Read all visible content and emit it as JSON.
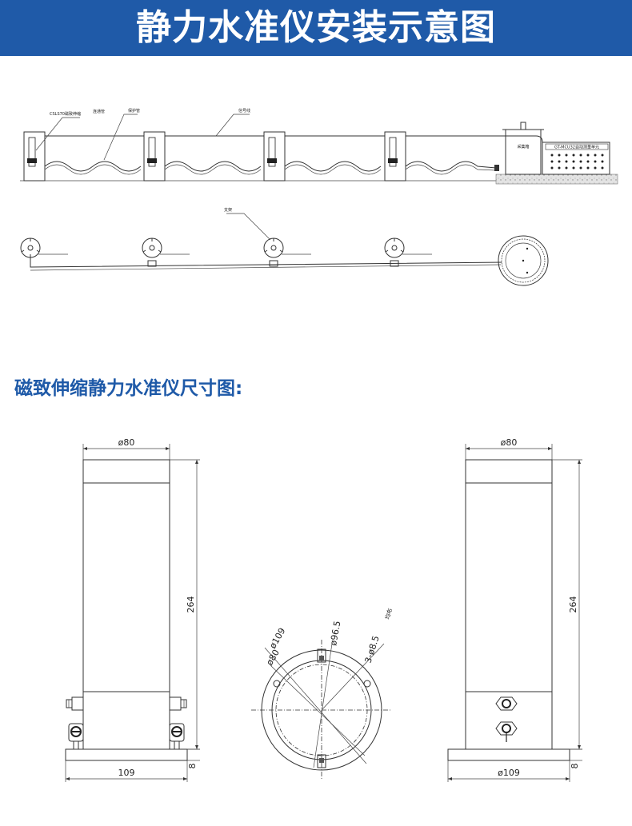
{
  "header": {
    "title": "静力水准仪安装示意图"
  },
  "section": {
    "title": "磁致伸缩静力水准仪尺寸图:"
  },
  "install_labels": {
    "sensor": "CSLS70磁致伸缩",
    "pipe1": "连通管",
    "pipe2": "保护管",
    "cable": "信号线",
    "box_label": "采集箱",
    "module": "GT-MCU32自动测量单元",
    "bracket": "支架"
  },
  "dims": {
    "front_top": "ø80",
    "front_height": "264",
    "front_base": "109",
    "front_base_thick": "8",
    "side_top": "ø80",
    "side_height": "264",
    "side_base": "ø109",
    "side_base_thick": "8",
    "plan_d109": "ø109",
    "plan_d80": "ø80",
    "plan_d96": "ø96.5",
    "plan_holes": "3-ø8.5",
    "plan_holes_note": "均布"
  }
}
